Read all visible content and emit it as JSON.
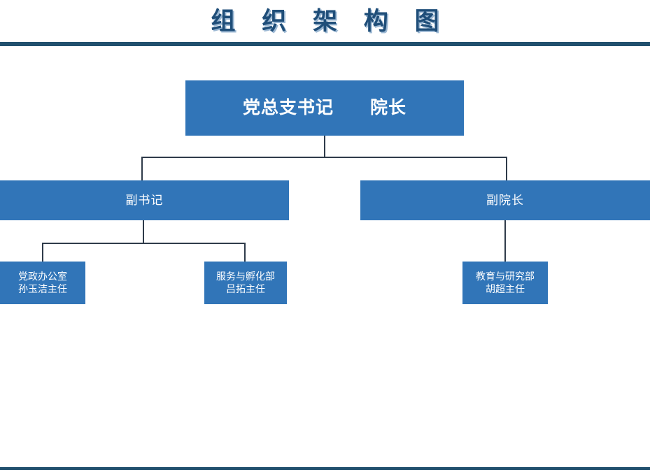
{
  "header": {
    "title": "组 织 架 构 图",
    "title_color": "#1f4e79",
    "rule_color": "#21506e"
  },
  "theme": {
    "node_fill": "#3175b8",
    "node_text": "#ffffff",
    "connector_color": "#2f3b4a",
    "background": "#ffffff"
  },
  "chart_data": {
    "type": "diagram",
    "subtype": "org-chart",
    "title": "组 织 架 构 图",
    "orientation": "top-down",
    "levels": 3,
    "nodes": [
      {
        "id": "root",
        "level": 1,
        "label": "党总支书记　　院长",
        "parent": null
      },
      {
        "id": "vice-secretary",
        "level": 2,
        "label": "副书记",
        "parent": "root"
      },
      {
        "id": "vice-dean",
        "level": 2,
        "label": "副院长",
        "parent": "root"
      },
      {
        "id": "party-office",
        "level": 3,
        "label": "党政办公室\n孙玉洁主任",
        "department": "党政办公室",
        "person": "孙玉洁主任",
        "parent": "vice-secretary"
      },
      {
        "id": "service-incubation",
        "level": 3,
        "label": "服务与孵化部\n吕拓主任",
        "department": "服务与孵化部",
        "person": "吕拓主任",
        "parent": "vice-secretary"
      },
      {
        "id": "education-research",
        "level": 3,
        "label": "教育与研究部\n胡超主任",
        "department": "教育与研究部",
        "person": "胡超主任",
        "parent": "vice-dean"
      }
    ],
    "edges": [
      {
        "from": "root",
        "to": "vice-secretary"
      },
      {
        "from": "root",
        "to": "vice-dean"
      },
      {
        "from": "vice-secretary",
        "to": "party-office"
      },
      {
        "from": "vice-secretary",
        "to": "service-incubation"
      },
      {
        "from": "vice-dean",
        "to": "education-research"
      }
    ]
  }
}
